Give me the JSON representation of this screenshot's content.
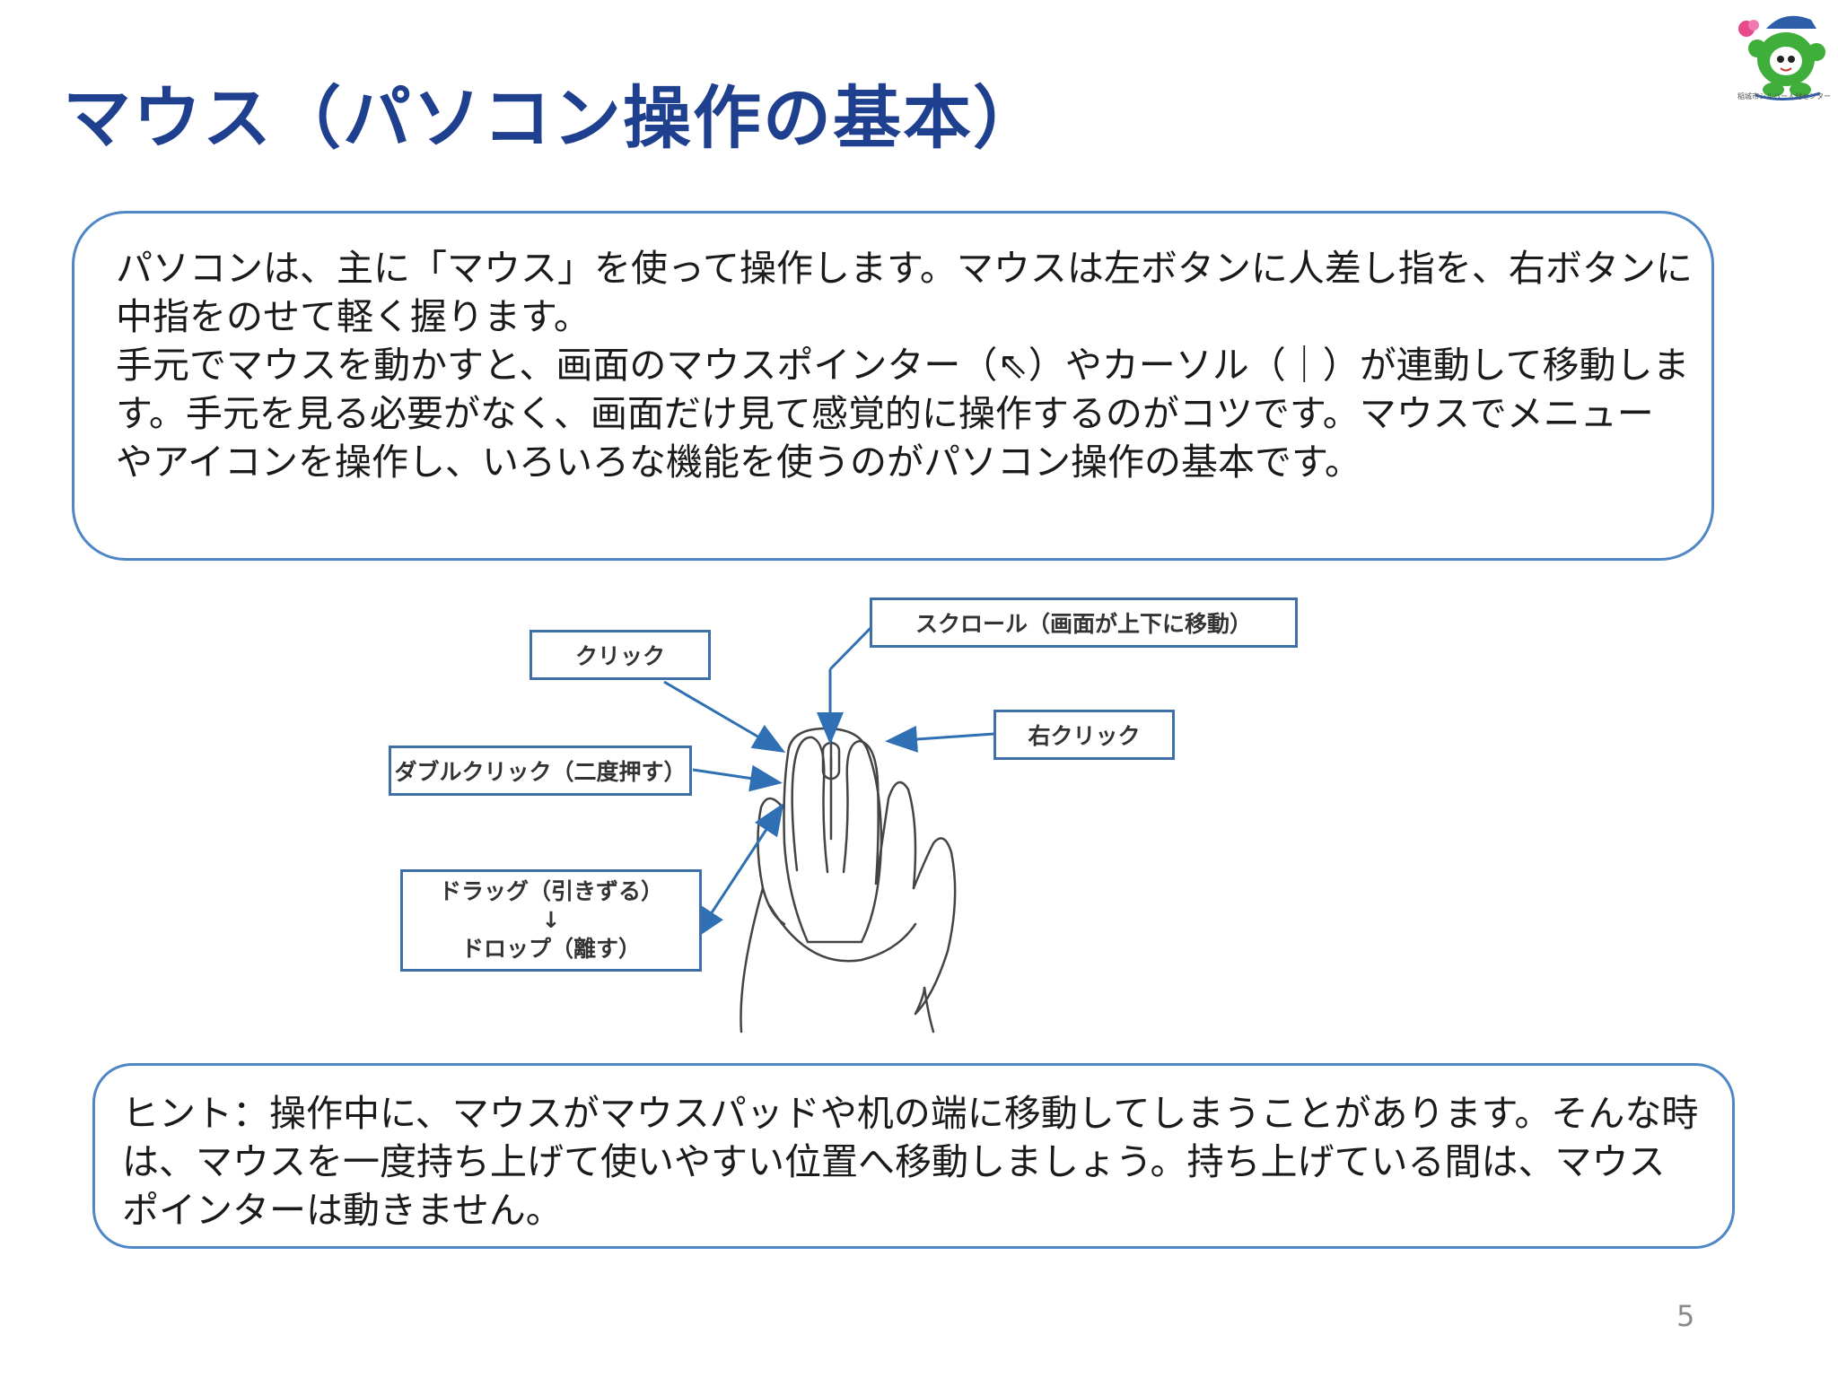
{
  "slide": {
    "title": "マウス（パソコン操作の基本）",
    "logo_caption": "稲城市シルバー人材センター",
    "page_number": "5"
  },
  "main_text": {
    "lines": [
      "パソコンは、主に「マウス」を使って操作します。マウスは左ボタンに人差し指を、右ボタンに",
      "中指をのせて軽く握ります。",
      "手元でマウスを動かすと、画面のマウスポインター（⇖）やカーソル（｜）が連動して移動しま",
      "す。手元を見る必要がなく、画面だけ見て感覚的に操作するのがコツです。マウスでメニュー",
      "やアイコンを操作し、いろいろな機能を使うのがパソコン操作の基本です。"
    ]
  },
  "diagram": {
    "labels": {
      "click": "クリック",
      "scroll": "スクロール（画面が上下に移動）",
      "right_click": "右クリック",
      "double_click": "ダブルクリック（二度押す）",
      "drag": "ドラッグ（引きずる）",
      "drag_arrow": "↓",
      "drop": "ドロップ（離す）"
    },
    "colors": {
      "arrow": "#2f6fb3",
      "box_border": "#3f6fa8"
    }
  },
  "hint": {
    "lines": [
      "ヒント：操作中に、マウスがマウスパッドや机の端に移動してしまうことがあります。そんな時",
      "は、マウスを一度持ち上げて使いやすい位置へ移動しましょう。持ち上げている間は、マウス",
      "ポインターは動きません。"
    ]
  },
  "colors": {
    "title": "#1f3f8f",
    "box_border": "#4f86c6"
  }
}
